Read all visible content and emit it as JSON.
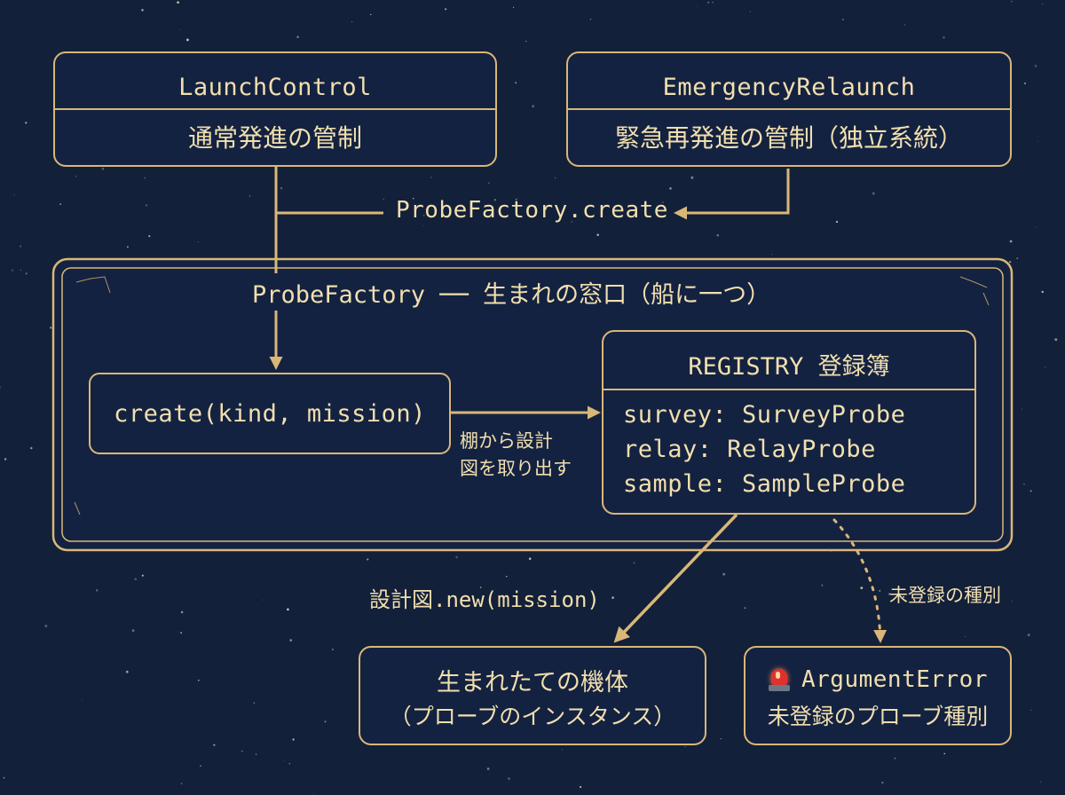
{
  "colors": {
    "background": "#13203a",
    "line": "#d9b777",
    "text": "#f1dfae",
    "alert": "#e0322c"
  },
  "launch_control": {
    "name": "LaunchControl",
    "description": "通常発進の管制"
  },
  "emergency_relaunch": {
    "name": "EmergencyRelaunch",
    "description": "緊急再発進の管制（独立系統）"
  },
  "factory_call": {
    "label": "ProbeFactory.create"
  },
  "factory": {
    "title": "ProbeFactory ── 生まれの窓口（船に一つ）"
  },
  "create_method": {
    "signature": "create(kind, mission)"
  },
  "lookup_edge": {
    "line1": "棚から設計",
    "line2": "図を取り出す"
  },
  "registry": {
    "title": "REGISTRY 登録簿",
    "entries": [
      "survey: SurveyProbe",
      "relay: RelayProbe",
      "sample: SampleProbe"
    ]
  },
  "instantiate_edge": {
    "label": "設計図.new(mission)"
  },
  "error_edge": {
    "label": "未登録の種別"
  },
  "instance": {
    "line1": "生まれたての機体",
    "line2": "（プローブのインスタンス）"
  },
  "error": {
    "icon": "siren-icon",
    "name": "ArgumentError",
    "description": "未登録のプローブ種別"
  }
}
